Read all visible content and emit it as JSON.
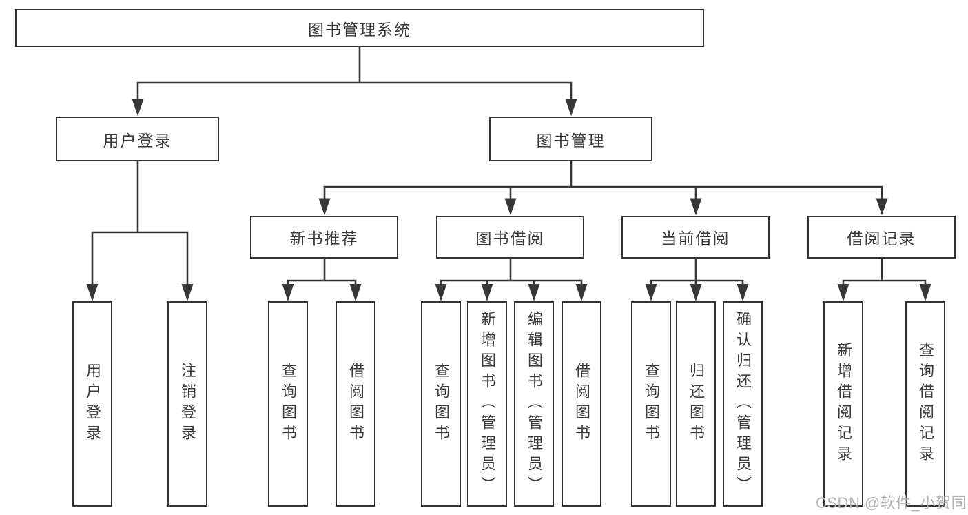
{
  "tree": {
    "label": "图书管理系统",
    "children": [
      {
        "label": "用户登录",
        "children": [
          {
            "label": "用户登录"
          },
          {
            "label": "注销登录"
          }
        ]
      },
      {
        "label": "图书管理",
        "children": [
          {
            "label": "新书推荐",
            "children": [
              {
                "label": "查询图书"
              },
              {
                "label": "借阅图书"
              }
            ]
          },
          {
            "label": "图书借阅",
            "children": [
              {
                "label": "查询图书"
              },
              {
                "label": "新增图书（管理员）"
              },
              {
                "label": "编辑图书（管理员）"
              },
              {
                "label": "借阅图书"
              }
            ]
          },
          {
            "label": "当前借阅",
            "children": [
              {
                "label": "查询图书"
              },
              {
                "label": "归还图书"
              },
              {
                "label": "确认归还（管理员）"
              }
            ]
          },
          {
            "label": "借阅记录",
            "children": [
              {
                "label": "新增借阅记录"
              },
              {
                "label": "查询借阅记录"
              }
            ]
          }
        ]
      }
    ]
  },
  "watermark": "CSDN @软件_小贺同学",
  "colors": {
    "line": "#373737",
    "box_border": "#333333",
    "text": "#3a3a3a",
    "background": "#ffffff",
    "watermark": "#b4b4b4"
  }
}
